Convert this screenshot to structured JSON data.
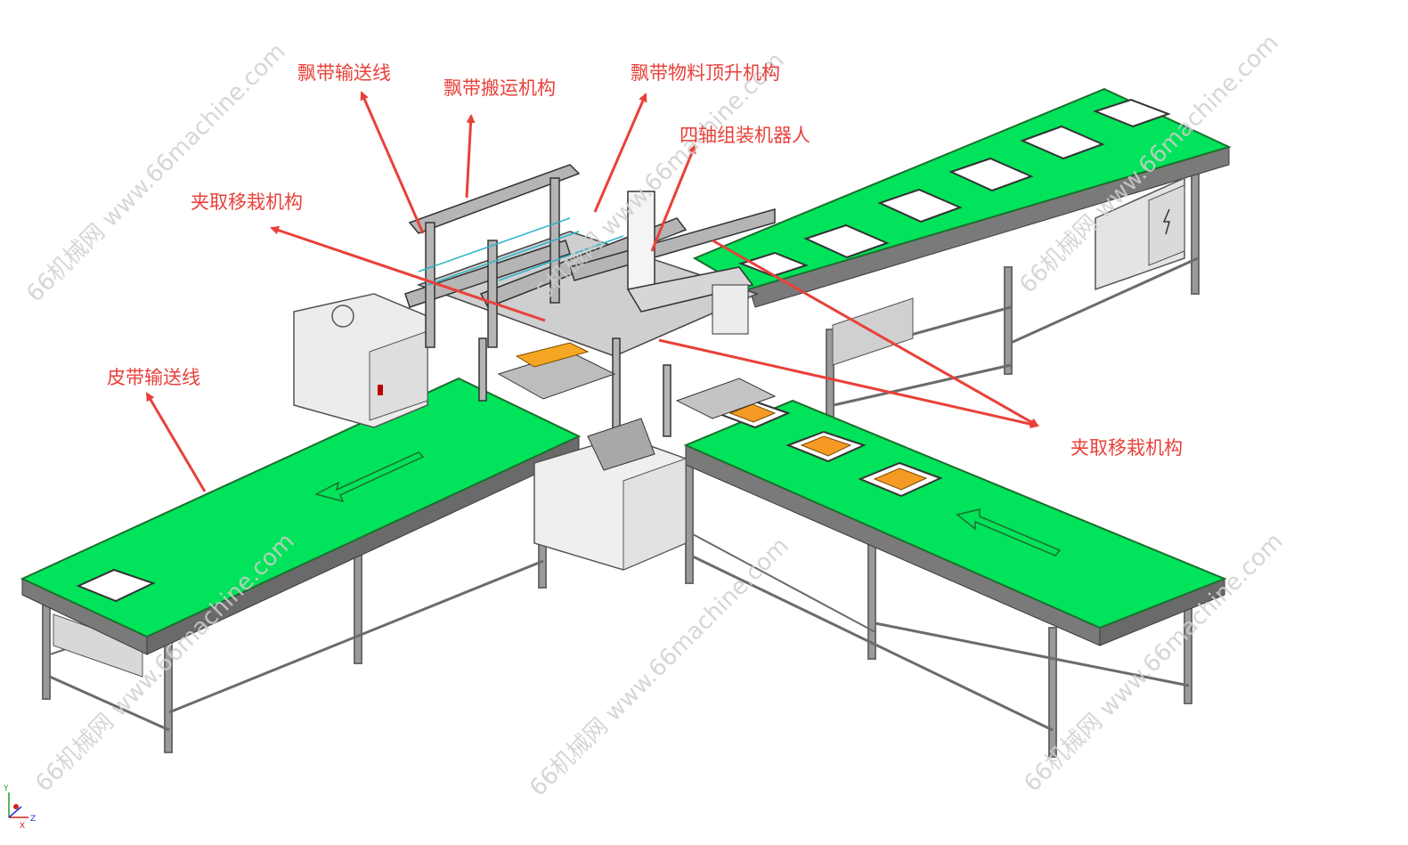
{
  "colors": {
    "belt": "#00e35a",
    "belt_edge": "#1f6d2e",
    "frame": "#6b6b6b",
    "annotation": "#e8413a",
    "tray": "#ffffff",
    "tray_part": "#f59a23",
    "watermark": "#cfcfcf",
    "cabinet": "#e4e4e4"
  },
  "labels": {
    "piao_dai_conveyor": "飘带输送线",
    "piao_dai_transport": "飘带搬运机构",
    "piao_dai_lift": "飘带物料顶升机构",
    "four_axis_robot": "四轴组装机器人",
    "pick_transfer_left": "夹取移栽机构",
    "belt_conveyor": "皮带输送线",
    "pick_transfer_right": "夹取移栽机构"
  },
  "watermark": {
    "text": "66机械网 www.66machine.com"
  },
  "axis_triad": {
    "x": "X",
    "y": "Y",
    "z": "Z"
  }
}
